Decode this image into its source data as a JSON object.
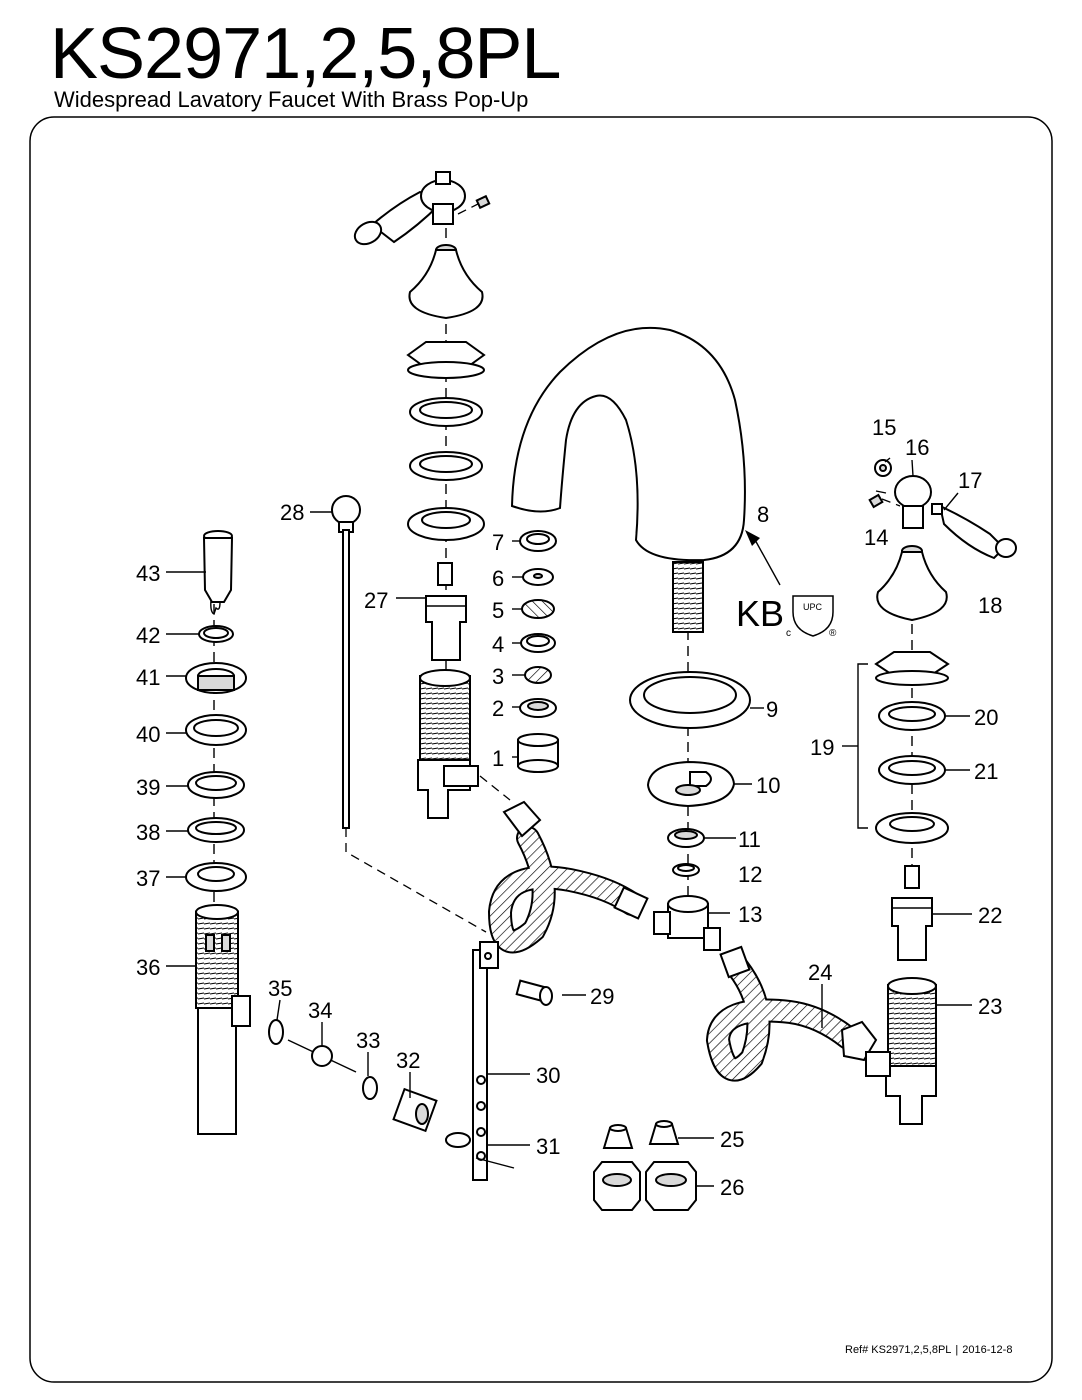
{
  "header": {
    "model": "KS2971,2,5,8PL",
    "subtitle": "Widespread Lavatory Faucet With Brass Pop-Up"
  },
  "certification": {
    "brand_mark": "KB",
    "upc_mark": "UPC",
    "c_mark": "c",
    "registered_mark": "®"
  },
  "callouts": [
    "1",
    "2",
    "3",
    "4",
    "5",
    "6",
    "7",
    "8",
    "9",
    "10",
    "11",
    "12",
    "13",
    "14",
    "15",
    "16",
    "17",
    "18",
    "19",
    "20",
    "21",
    "22",
    "23",
    "24",
    "25",
    "26",
    "27",
    "28",
    "29",
    "30",
    "31",
    "32",
    "33",
    "34",
    "35",
    "36",
    "37",
    "38",
    "39",
    "40",
    "41",
    "42",
    "43"
  ],
  "footer": {
    "ref": "Ref# KS2971,2,5,8PL",
    "separator": "|",
    "date": "2016-12-8"
  }
}
